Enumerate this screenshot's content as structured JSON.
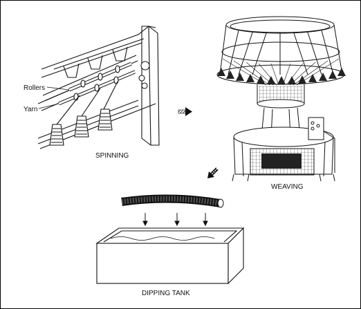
{
  "diagram": {
    "labels": {
      "rollers": "Rollers",
      "yarn": "Yarn",
      "spinning": "SPINNING",
      "weaving": "WEAVING",
      "dipping_tank": "DIPPING TANK"
    }
  }
}
